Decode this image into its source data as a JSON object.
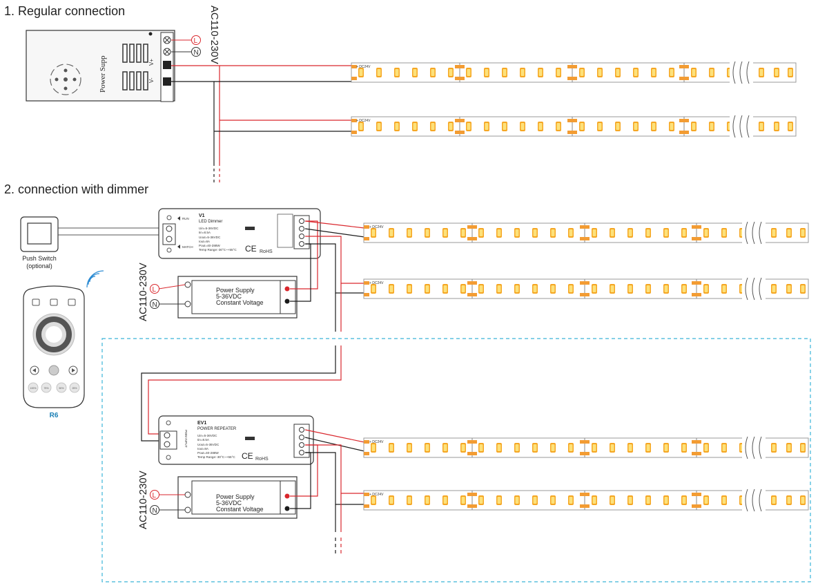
{
  "sections": {
    "regular": {
      "title": "1. Regular connection",
      "ac_label": "AC110-230V"
    },
    "dimmer": {
      "title": "2. connection with dimmer",
      "ac_label": "AC110-230V"
    }
  },
  "terminals": {
    "live": "L",
    "neutral": "N",
    "v_plus": "V+",
    "v_minus": "V-"
  },
  "psu_top": {
    "label": "Power Supp"
  },
  "led_strip": {
    "voltage": "+ DC24V",
    "plus": "+",
    "minus": "-"
  },
  "push_switch": {
    "label": "Push Switch",
    "note": "(optional)"
  },
  "remote": {
    "model": "R6",
    "brightness_buttons": [
      "100%",
      "75%",
      "50%",
      "25%"
    ],
    "colors": {
      "label": "#1a7fb5",
      "ring": "#555555"
    }
  },
  "dimmer": {
    "name": "V1",
    "subtitle": "LED Dimmer",
    "specs": [
      "Uin=5-36VDC",
      "Iin=8.5A",
      "Uout=5-36VDC",
      "Iout=8A",
      "Pout=40-288W",
      "Temp Range:-30°C~+55°C"
    ],
    "run_label": "RUN",
    "match_label": "MATCH",
    "ce": "CE",
    "rohs": "RoHS"
  },
  "repeater": {
    "name": "EV1",
    "subtitle": "POWER REPEATER",
    "specs": [
      "Uin=5-36VDC",
      "Iin=8.5A",
      "Uout=5-36VDC",
      "Iout=8A",
      "Pout=40-288W",
      "Temp Range:-30°C~+55°C"
    ],
    "input_label": "PWM INPUT",
    "ce": "CE",
    "rohs": "RoHS"
  },
  "power_supply": {
    "line1": "Power Supply",
    "line2": "5-36VDC",
    "line3": "Constant Voltage"
  },
  "colors": {
    "wire_red": "#d9262c",
    "wire_black": "#1a1a1a",
    "led": "#f5a623",
    "dash_box": "#3ab3d8"
  }
}
